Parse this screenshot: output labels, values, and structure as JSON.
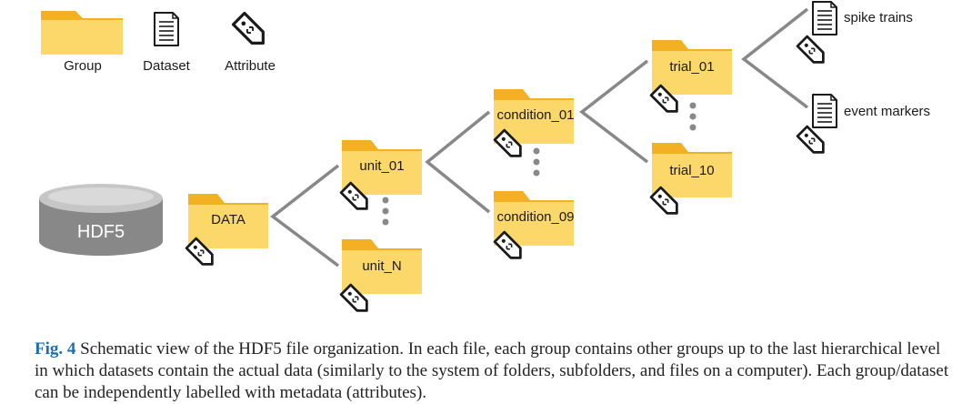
{
  "legend": {
    "group": "Group",
    "dataset": "Dataset",
    "attribute": "Attribute"
  },
  "root": "HDF5",
  "data_group": "DATA",
  "units": [
    "unit_01",
    "unit_N"
  ],
  "conditions": [
    "condition_01",
    "condition_09"
  ],
  "trials": [
    "trial_01",
    "trial_10"
  ],
  "datasets": [
    "spike trains",
    "event markers"
  ],
  "caption": {
    "label": "Fig. 4",
    "text": " Schematic view of the HDF5 file organization. In each file, each group contains other groups up to the last hierarchical level in which datasets contain the actual data (similarly to the system of folders, subfolders, and files on a computer). Each group/dataset can be independently labelled with metadata (attributes)."
  },
  "colors": {
    "folder": "#fcd86a",
    "folder_tab": "#f2b022",
    "cylinder": "#888888",
    "fig_label": "#1a6fb4",
    "line": "#888888"
  }
}
